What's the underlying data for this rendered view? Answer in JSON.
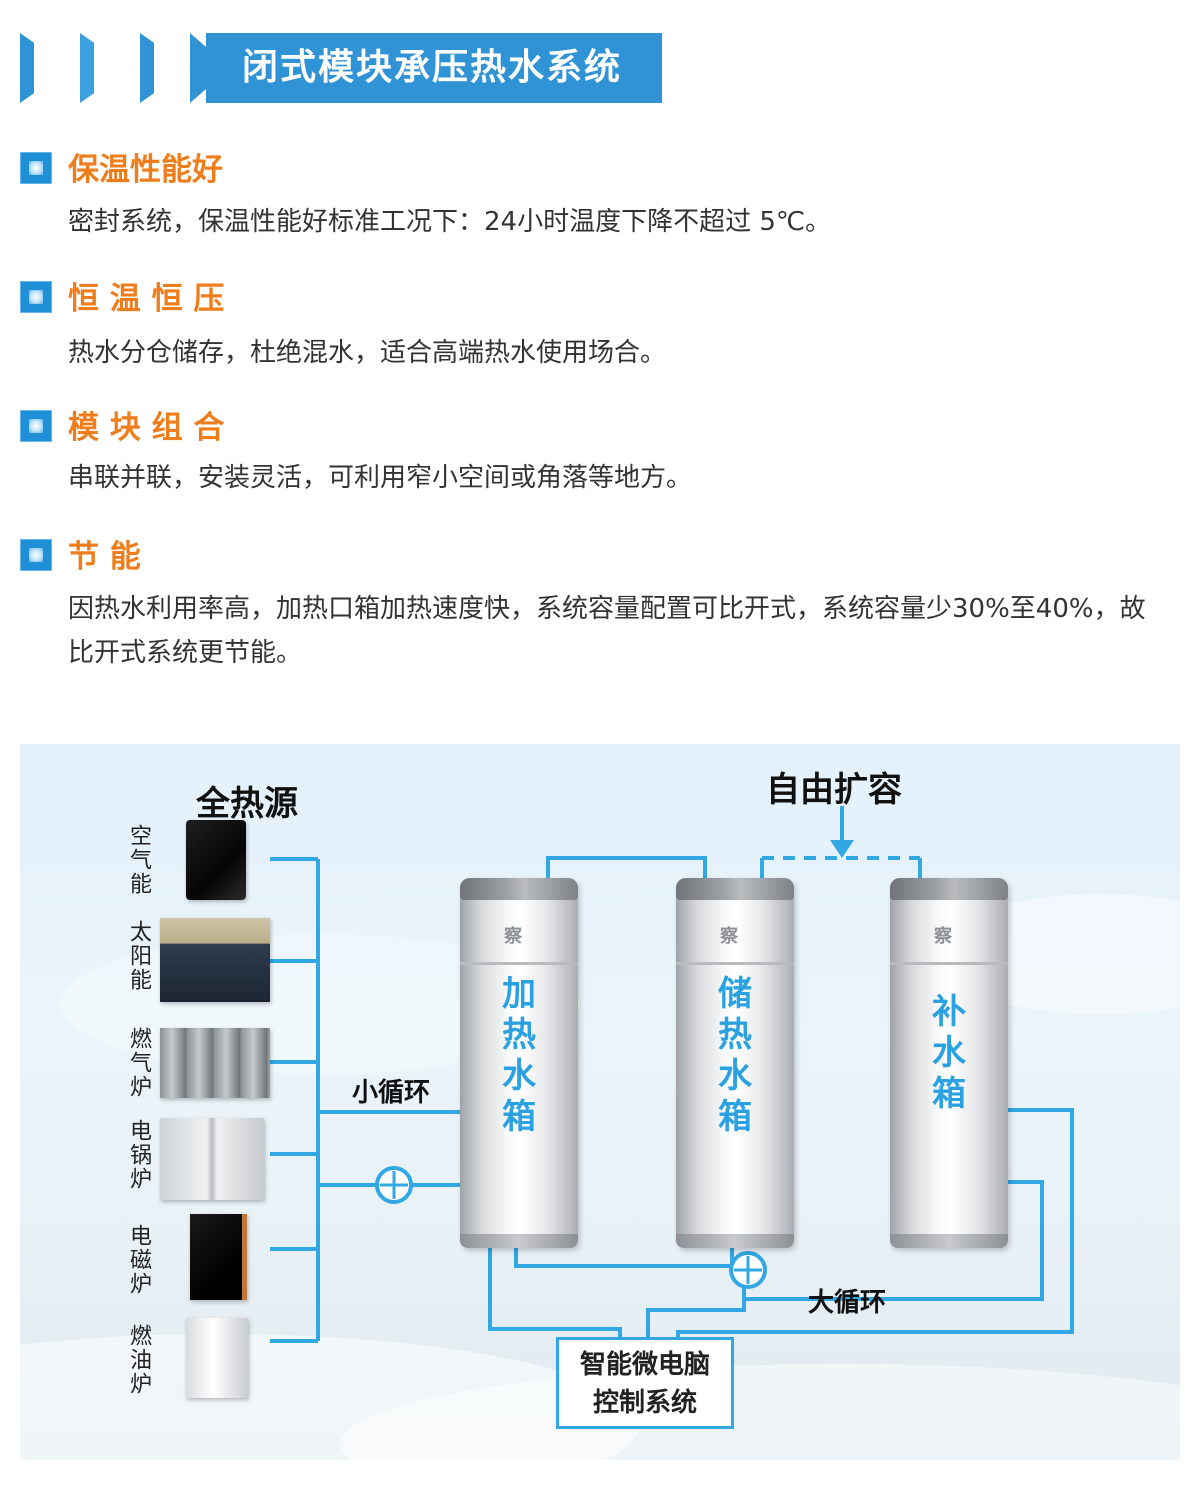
{
  "header": {
    "title": "闭式模块承压热水系统"
  },
  "features": [
    {
      "title": "保温性能好",
      "desc": "密封系统，保温性能好标准工况下：24小时温度下降不超过 5℃。"
    },
    {
      "title": "恒 温 恒 压",
      "desc": "热水分仓储存，杜绝混水，适合高端热水使用场合。"
    },
    {
      "title": "模 块 组 合",
      "desc": "串联并联，安装灵活，可利用窄小空间或角落等地方。"
    },
    {
      "title": "节 能",
      "desc": "因热水利用率高，加热口箱加热速度快，系统容量配置可比开式，系统容量少30%至40%，故比开式系统更节能。"
    }
  ],
  "diagram": {
    "heat_source_title": "全热源",
    "expansion_label": "自由扩容",
    "heat_sources": [
      "空气能",
      "太阳能",
      "燃气炉",
      "电锅炉",
      "电磁炉",
      "燃油炉"
    ],
    "tanks": [
      "加热水箱",
      "储热水箱",
      "补水箱"
    ],
    "tank_logo": "察",
    "small_loop": "小循环",
    "big_loop": "大循环",
    "controller_line1": "智能微电脑",
    "controller_line2": "控制系统",
    "colors": {
      "pipe": "#31a8e3",
      "tank_text": "#2aa1e0",
      "accent": "#f07d1c",
      "banner": "#2f93d6"
    }
  }
}
